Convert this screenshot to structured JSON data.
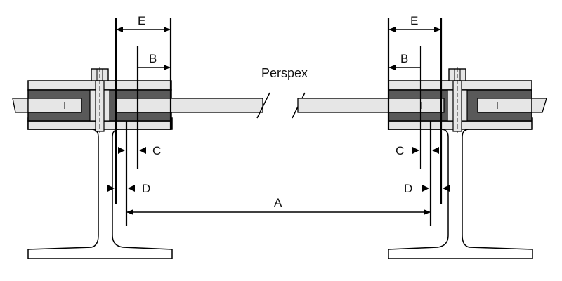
{
  "colors": {
    "stroke": "#000000",
    "clamp_fill": "#595959",
    "light_fill": "#e6e6e6",
    "background": "#ffffff"
  },
  "labels": {
    "material": "Perspex",
    "dim_a": "A",
    "dim_b": "B",
    "dim_c": "C",
    "dim_d": "D",
    "dim_e": "E"
  }
}
